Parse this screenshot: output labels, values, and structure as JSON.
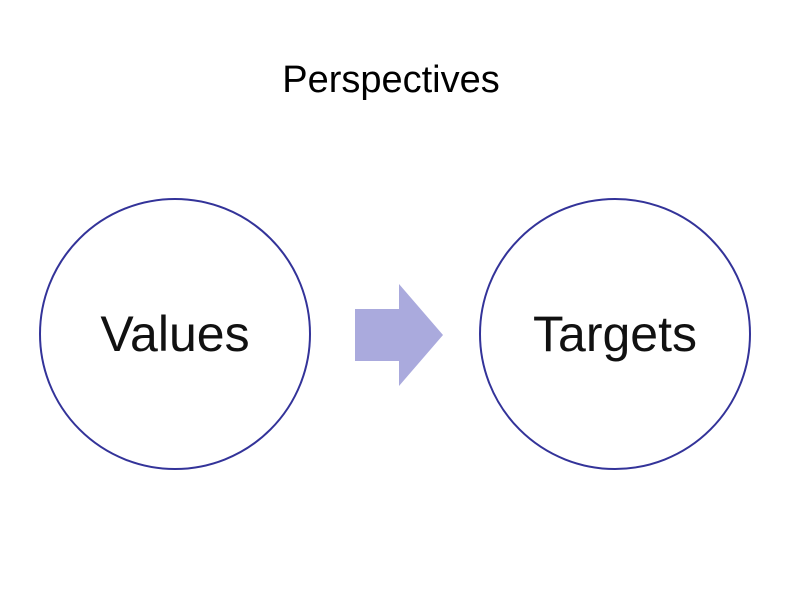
{
  "title": "Perspectives",
  "diagram": {
    "nodes": [
      {
        "label": "Values"
      },
      {
        "label": "Targets"
      }
    ],
    "connector": {
      "icon": "right-arrow-icon",
      "color": "#aaaadd"
    },
    "circle_border_color": "#333399"
  }
}
